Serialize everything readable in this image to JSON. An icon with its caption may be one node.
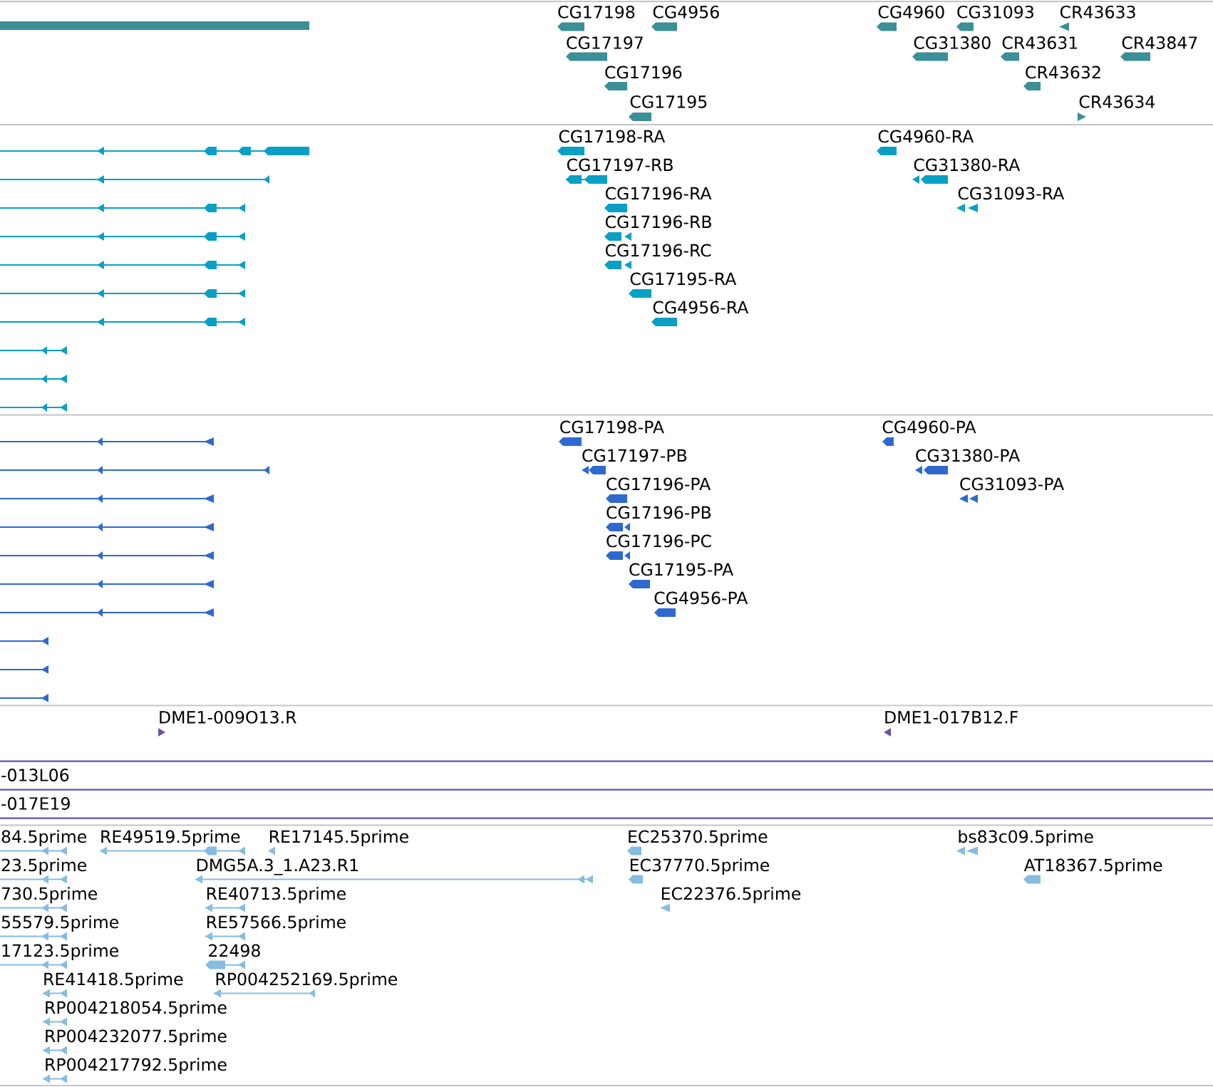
{
  "diagram": {
    "labels": [
      "CG17198",
      "CG4956",
      "CG4960",
      "CG31093",
      "CR43633",
      "CG17197",
      "CG31380",
      "CR43631",
      "CR43847",
      "CG17196",
      "CR43632",
      "CG17195",
      "CR43634",
      "CG17198-RA",
      "CG4960-RA",
      "CG17197-RB",
      "CG31380-RA",
      "CG17196-RA",
      "CG31093-RA",
      "CG17196-RB",
      "CG17196-RC",
      "CG17195-RA",
      "CG4956-RA",
      "CG17198-PA",
      "CG4960-PA",
      "CG17197-PB",
      "CG31380-PA",
      "CG17196-PA",
      "CG31093-PA",
      "CG17196-PB",
      "CG17196-PC",
      "CG17195-PA",
      "CG4956-PA",
      "DME1-009O13.R",
      "DME1-017B12.F",
      "-013L06",
      "-017E19",
      "84.5prime",
      "RE49519.5prime",
      "RE17145.5prime",
      "EC25370.5prime",
      "bs83c09.5prime",
      "23.5prime",
      "DMG5A.3_1.A23.R1",
      "EC37770.5prime",
      "AT18367.5prime",
      "730.5prime",
      "RE40713.5prime",
      "EC22376.5prime",
      "55579.5prime",
      "RE57566.5prime",
      "17123.5prime",
      "22498",
      "RE41418.5prime",
      "RP004252169.5prime",
      "RP004218054.5prime",
      "RP004232077.5prime",
      "RP004217792.5prime"
    ]
  }
}
